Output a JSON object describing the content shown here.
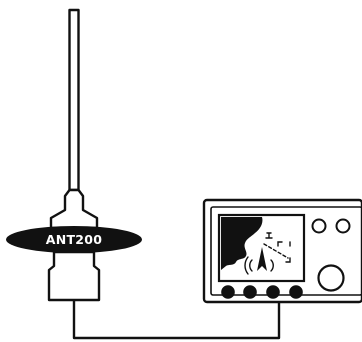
{
  "antenna": {
    "label": "ANT200"
  },
  "colors": {
    "ink": "#111111",
    "paper": "#ffffff",
    "badge_text": "#ffffff"
  },
  "icons": {
    "antenna": "whip-antenna-icon",
    "display_unit": "radar-display-unit-icon",
    "cable": "coax-cable-line",
    "screen_content": "radar-sweep-with-signal-waves"
  }
}
